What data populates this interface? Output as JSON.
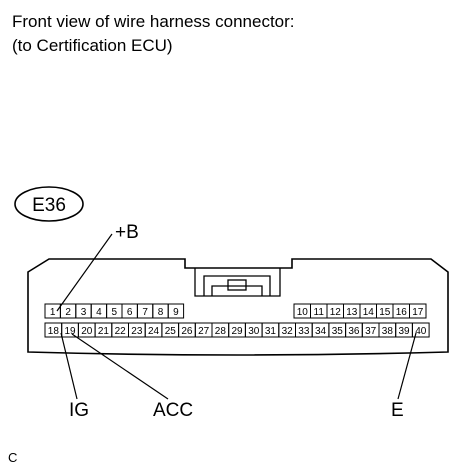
{
  "title": {
    "line1": "Front view of wire harness connector:",
    "line2": "(to Certification ECU)"
  },
  "connector": {
    "code": "E36",
    "row1_left": [
      "1",
      "2",
      "3",
      "4",
      "5",
      "6",
      "7",
      "8",
      "9"
    ],
    "row1_right": [
      "10",
      "11",
      "12",
      "13",
      "14",
      "15",
      "16",
      "17"
    ],
    "row2": [
      "18",
      "19",
      "20",
      "21",
      "22",
      "23",
      "24",
      "25",
      "26",
      "27",
      "28",
      "29",
      "30",
      "31",
      "32",
      "33",
      "34",
      "35",
      "36",
      "37",
      "38",
      "39",
      "40"
    ]
  },
  "callouts": {
    "b": "+B",
    "ig": "IG",
    "acc": "ACC",
    "e": "E"
  },
  "image_code": "C"
}
